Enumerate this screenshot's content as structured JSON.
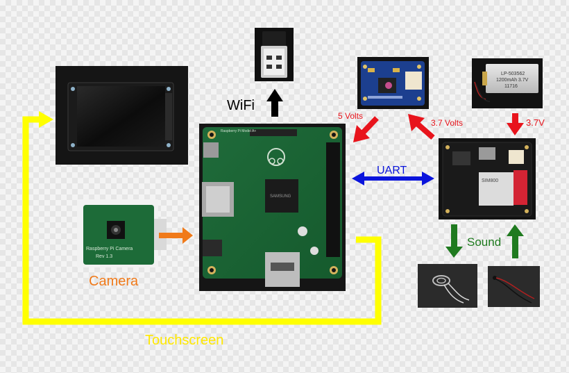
{
  "labels": {
    "wifi": "WiFi",
    "five_volts": "5 Volts",
    "three_seven_volts": "3.7 Volts",
    "three_seven_v": "3.7V",
    "uart": "UART",
    "sound": "Sound",
    "camera": "Camera",
    "touchscreen": "Touchscreen"
  },
  "board_text": {
    "camera_silk_1": "Raspberry Pi Camera",
    "camera_silk_2": "Rev 1.3",
    "battery_silk_1": "LP-503562",
    "battery_silk_2": "1200mAh 3.7V",
    "battery_silk_3": "11716",
    "fona_chip": "SIM800",
    "pi_chip": "SAMSUNG",
    "pi_silk": "Raspberry Pi Model A+"
  },
  "colors": {
    "touchscreen_link": "#ffff00",
    "camera_link": "#f07a1a",
    "wifi_link": "#000000",
    "power_link": "#e8141c",
    "uart_link": "#0a14dc",
    "sound_link": "#1f7a1f",
    "camera_label": "#f07a1a",
    "touchscreen_label": "#ffe800",
    "volts_label": "#e8141c",
    "uart_label": "#0a14dc",
    "sound_label": "#1f7a1f",
    "wifi_label": "#000000"
  }
}
